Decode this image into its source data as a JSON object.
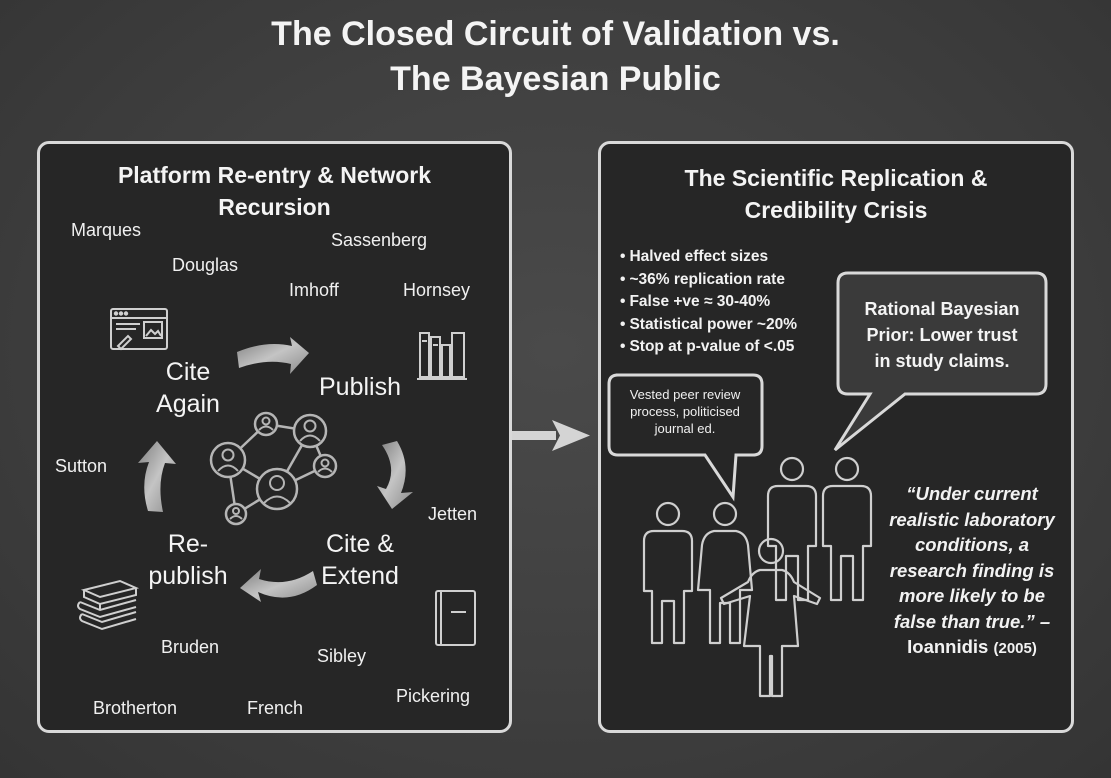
{
  "title": {
    "line1": "The Closed Circuit of Validation vs.",
    "line2": "The Bayesian Public"
  },
  "left_panel": {
    "title_line1": "Platform Re-entry & Network",
    "title_line2": "Recursion",
    "names": {
      "marques": "Marques",
      "sassenberg": "Sassenberg",
      "douglas": "Douglas",
      "imhoff": "Imhoff",
      "hornsey": "Hornsey",
      "sutton": "Sutton",
      "jetten": "Jetten",
      "bruden": "Bruden",
      "sibley": "Sibley",
      "brotherton": "Brotherton",
      "french": "French",
      "pickering": "Pickering"
    },
    "cycle": {
      "cite_again_1": "Cite",
      "cite_again_2": "Again",
      "publish": "Publish",
      "cite_extend_1": "Cite &",
      "cite_extend_2": "Extend",
      "republish_1": "Re-",
      "republish_2": "publish"
    },
    "icons": [
      "browser-window-icon",
      "bookshelf-icon",
      "notebook-icon",
      "book-stack-icon",
      "people-network-icon"
    ]
  },
  "right_panel": {
    "title_line1": "The Scientific Replication &",
    "title_line2": "Credibility Crisis",
    "bullets": [
      "Halved effect sizes",
      "~36% replication rate",
      "False +ve ≈ 30-40%",
      "Statistical power ~20%",
      "Stop at p-value of <.05"
    ],
    "callout_small": {
      "line1": "Vested peer review",
      "line2": "process, politicised",
      "line3": "journal ed."
    },
    "callout_large": {
      "line1": "Rational Bayesian",
      "line2": "Prior: Lower trust",
      "line3": "in study claims."
    },
    "quote": {
      "text": "“Under current realistic laboratory conditions, a research finding is more likely to be false than true.” –",
      "author": "Ioannidis",
      "year": "(2005)"
    },
    "icons": [
      "people-group-icon"
    ]
  },
  "colors": {
    "background": "#404040",
    "panel": "#262626",
    "border": "#d9d9d9",
    "text": "#f2f2f2",
    "arrow_gray": "#9a9a9a"
  }
}
